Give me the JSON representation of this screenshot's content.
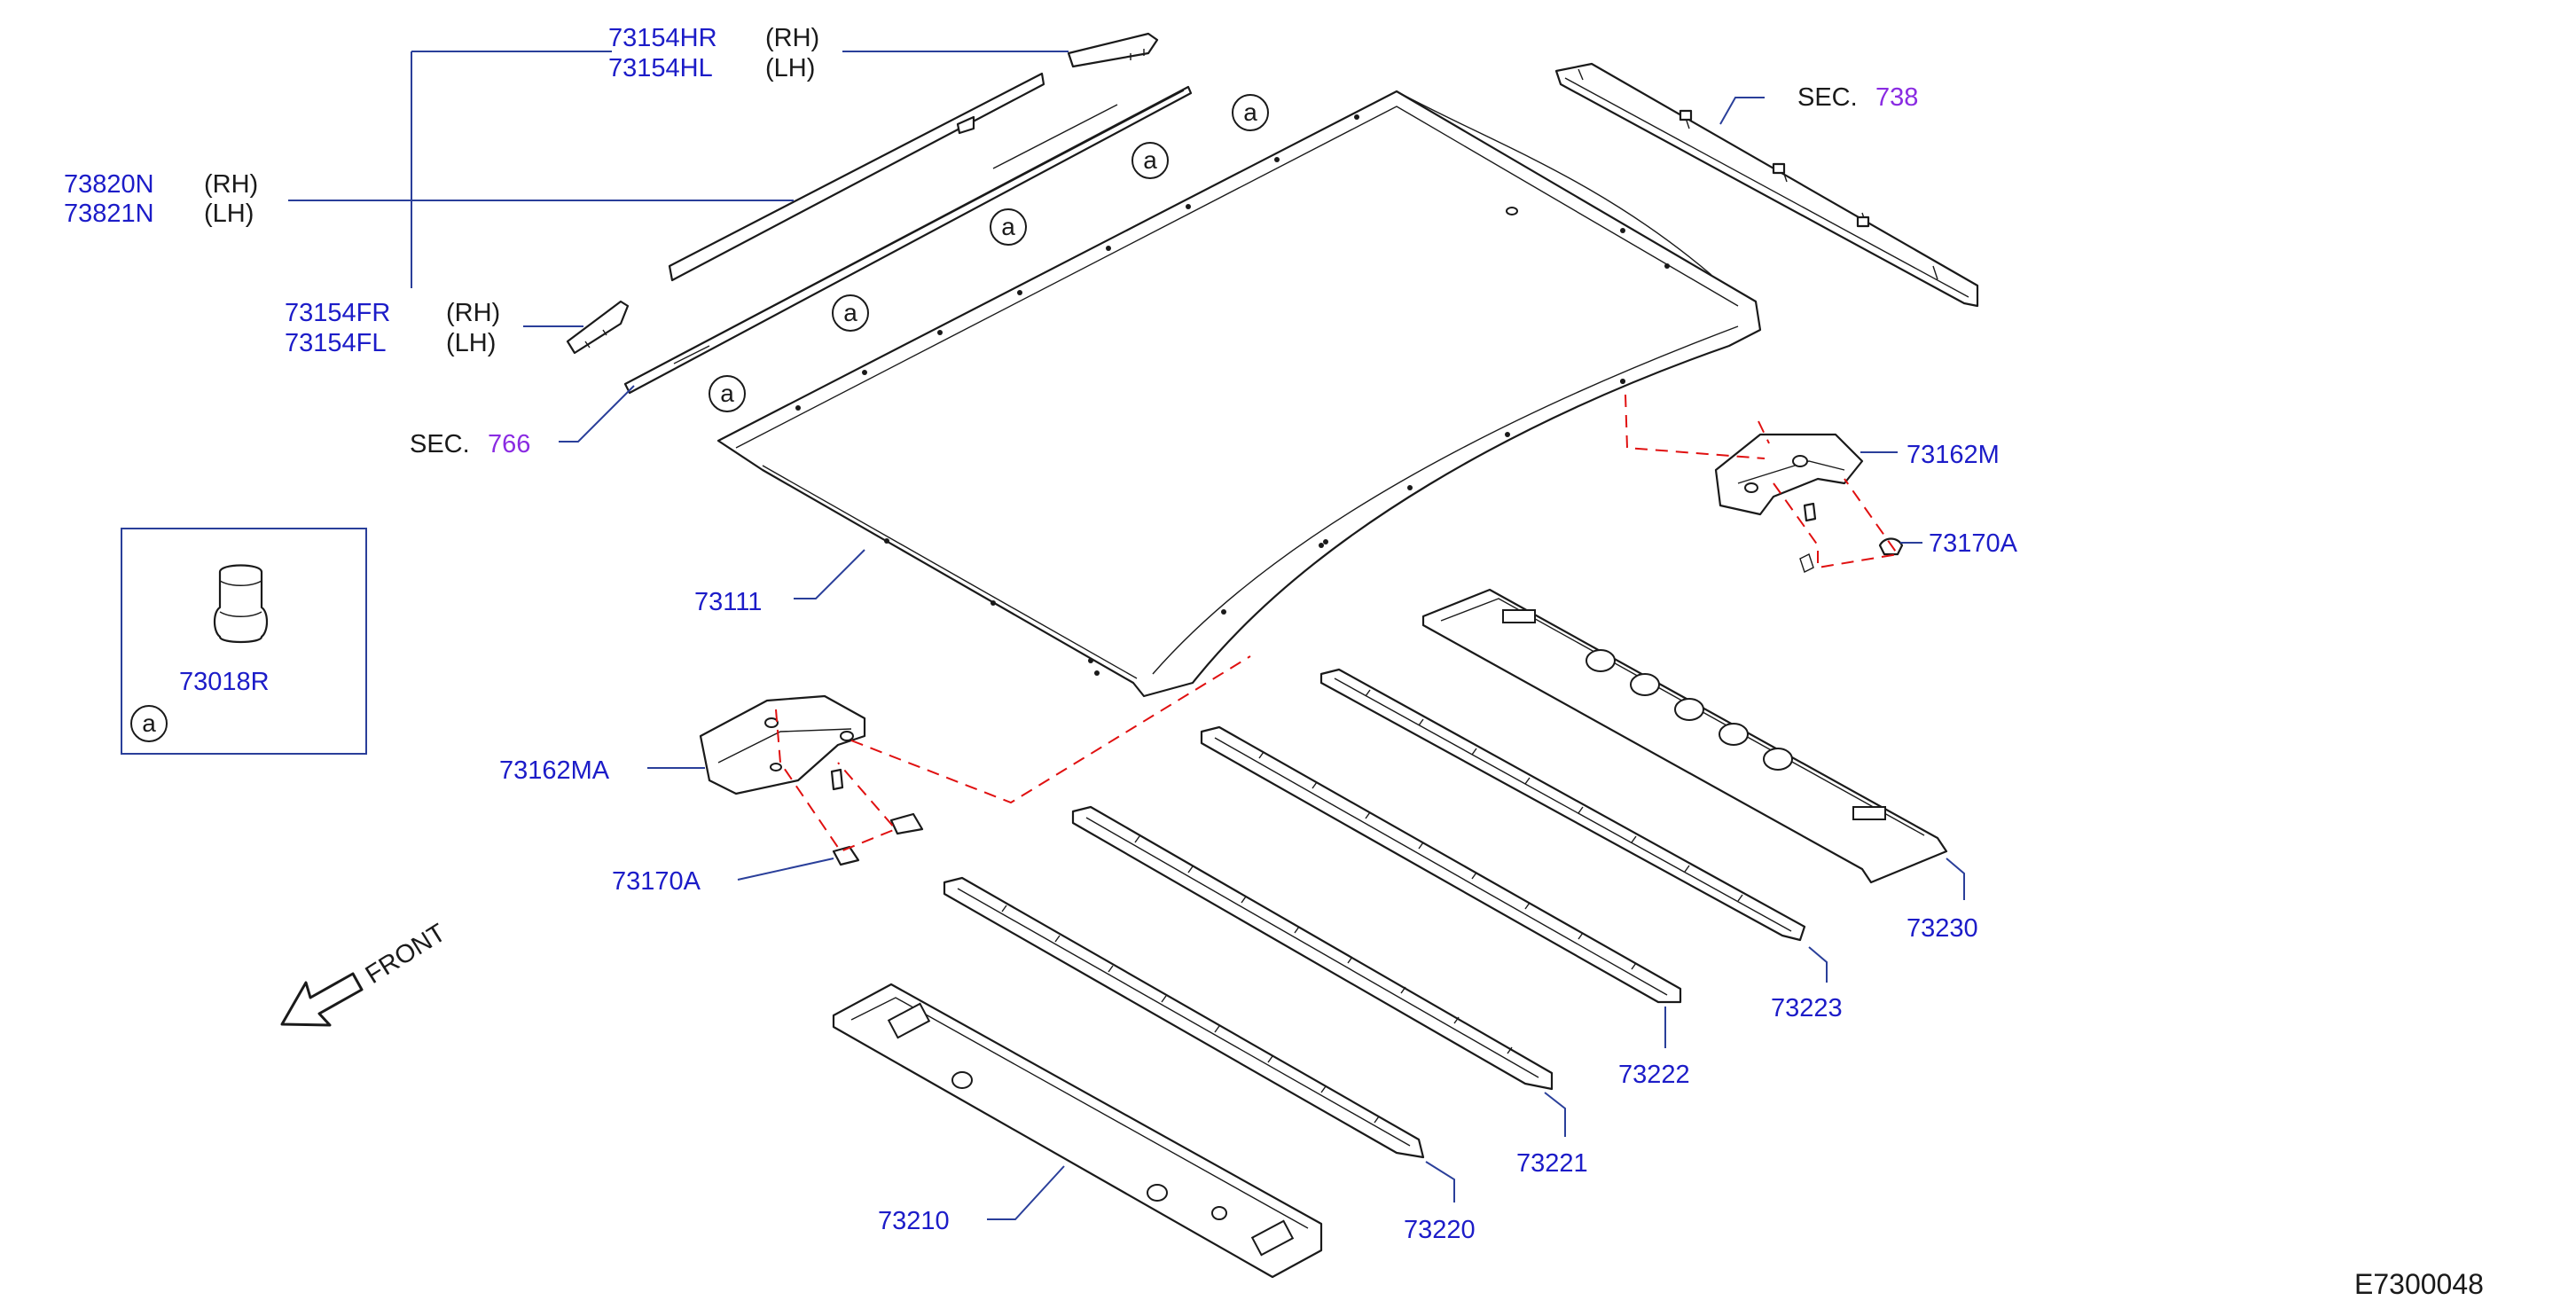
{
  "colors": {
    "part_number": "#1c1cc8",
    "section_ref": "#8a2be2",
    "leader": "#2a3f9a",
    "dashed_link": "#e01010",
    "linework": "#1a1a1a"
  },
  "labels": {
    "p73154HR": "73154HR",
    "p73154HL": "73154HL",
    "rh1": "(RH)",
    "lh1": "(LH)",
    "p73820N": "73820N",
    "p73821N": "73821N",
    "rh2": "(RH)",
    "lh2": "(LH)",
    "p73154FR": "73154FR",
    "p73154FL": "73154FL",
    "rh3": "(RH)",
    "lh3": "(LH)",
    "sec766_prefix": "SEC.",
    "sec766_num": "766",
    "sec738_prefix": "SEC.",
    "sec738_num": "738",
    "p73111": "73111",
    "p73162M": "73162M",
    "p73170A_right": "73170A",
    "p73162MA": "73162MA",
    "p73170A_left": "73170A",
    "p73018R": "73018R",
    "p73230": "73230",
    "p73223": "73223",
    "p73222": "73222",
    "p73221": "73221",
    "p73220": "73220",
    "p73210": "73210",
    "front": "FRONT",
    "figure_code": "E7300048"
  },
  "callouts": [
    "a",
    "a",
    "a",
    "a",
    "a",
    "a"
  ],
  "icons": [
    "front-arrow-icon",
    "clip-73018R-icon"
  ]
}
